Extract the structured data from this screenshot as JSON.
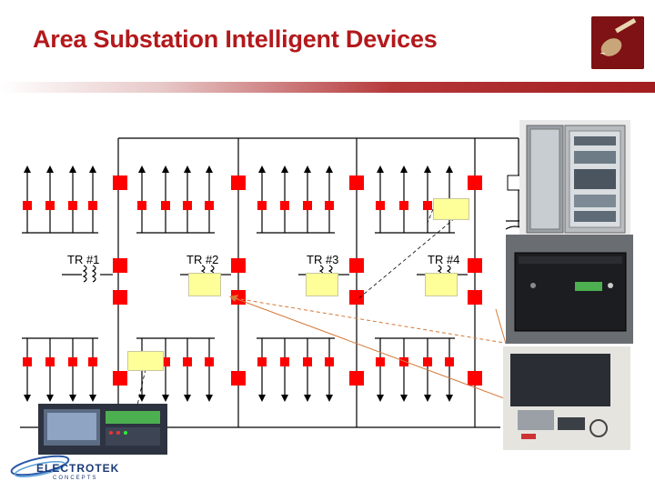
{
  "title": "Area Substation Intelligent Devices",
  "transformers": [
    {
      "label": "TR #1"
    },
    {
      "label": "TR #2"
    },
    {
      "label": "TR #3"
    },
    {
      "label": "TR #4"
    }
  ],
  "footer_logo": {
    "name": "ELECTROTEK",
    "subtitle": "CONCEPTS"
  },
  "colors": {
    "title": "#b3191c",
    "breaker": "#ff0000",
    "breaker_open": "#ffffff",
    "device_box": "#ffff99",
    "leader_line": "#d47a3a"
  },
  "icons": [
    "transformer-icon",
    "breaker-icon",
    "feeder-arrow-icon",
    "capacitor-icon",
    "guitar-logo-icon"
  ]
}
